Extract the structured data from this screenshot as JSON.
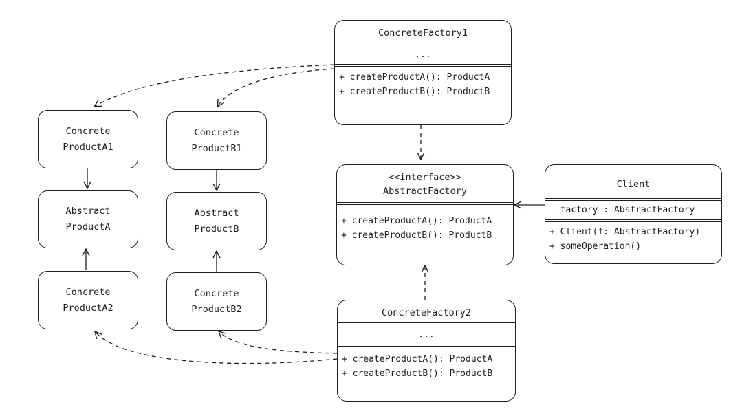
{
  "products": {
    "concrete_a1": "Concrete ProductA1",
    "concrete_b1": "Concrete ProductB1",
    "abstract_a": "Abstract ProductA",
    "abstract_b": "Abstract ProductB",
    "concrete_a2": "Concrete ProductA2",
    "concrete_b2": "Concrete ProductB2"
  },
  "product_lines": {
    "concrete_a1": [
      "Concrete",
      "ProductA1"
    ],
    "concrete_b1": [
      "Concrete",
      "ProductB1"
    ],
    "abstract_a": [
      "Abstract",
      "ProductA"
    ],
    "abstract_b": [
      "Abstract",
      "ProductB"
    ],
    "concrete_a2": [
      "Concrete",
      "ProductA2"
    ],
    "concrete_b2": [
      "Concrete",
      "ProductB2"
    ]
  },
  "concrete_factory1": {
    "name": "ConcreteFactory1",
    "fields": "...",
    "methods": [
      "+ createProductA(): ProductA",
      "+ createProductB(): ProductB"
    ]
  },
  "abstract_factory": {
    "stereotype": "<<interface>>",
    "name": "AbstractFactory",
    "methods": [
      "+ createProductA(): ProductA",
      "+ createProductB(): ProductB"
    ]
  },
  "concrete_factory2": {
    "name": "ConcreteFactory2",
    "fields": "...",
    "methods": [
      "+ createProductA(): ProductA",
      "+ createProductB(): ProductB"
    ]
  },
  "client": {
    "name": "Client",
    "fields": [
      "- factory : AbstractFactory"
    ],
    "methods": [
      "+ Client(f: AbstractFactory)",
      "+ someOperation()"
    ]
  },
  "colors": {
    "stroke": "#1e1e1e",
    "background": "#ffffff"
  }
}
